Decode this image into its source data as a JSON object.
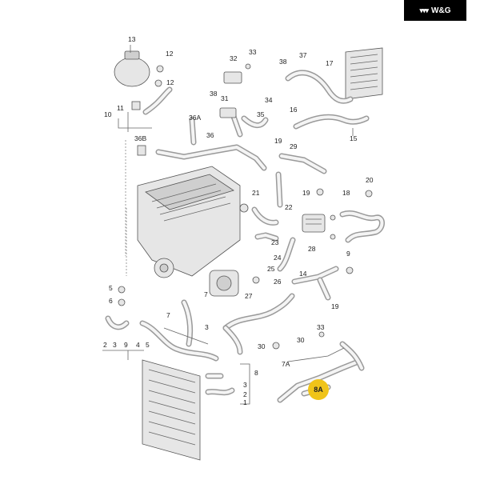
{
  "brand": {
    "text": "W&G",
    "logo_icon": "brand-logo-icon",
    "background": "#000000"
  },
  "highlight": {
    "label": "8A",
    "color": "#f0c419"
  },
  "callouts": [
    "13",
    "12",
    "12",
    "11",
    "10",
    "36B",
    "36A",
    "38",
    "31",
    "32",
    "33",
    "34",
    "35",
    "36",
    "37",
    "38",
    "17",
    "16",
    "15",
    "19",
    "29",
    "19",
    "20",
    "18",
    "21",
    "22",
    "23",
    "24",
    "25",
    "26",
    "27",
    "28",
    "9",
    "14",
    "19",
    "5",
    "6",
    "7",
    "7",
    "2",
    "3",
    "9",
    "4",
    "5",
    "3",
    "33",
    "30",
    "30",
    "7A",
    "8",
    "3",
    "2",
    "1"
  ]
}
